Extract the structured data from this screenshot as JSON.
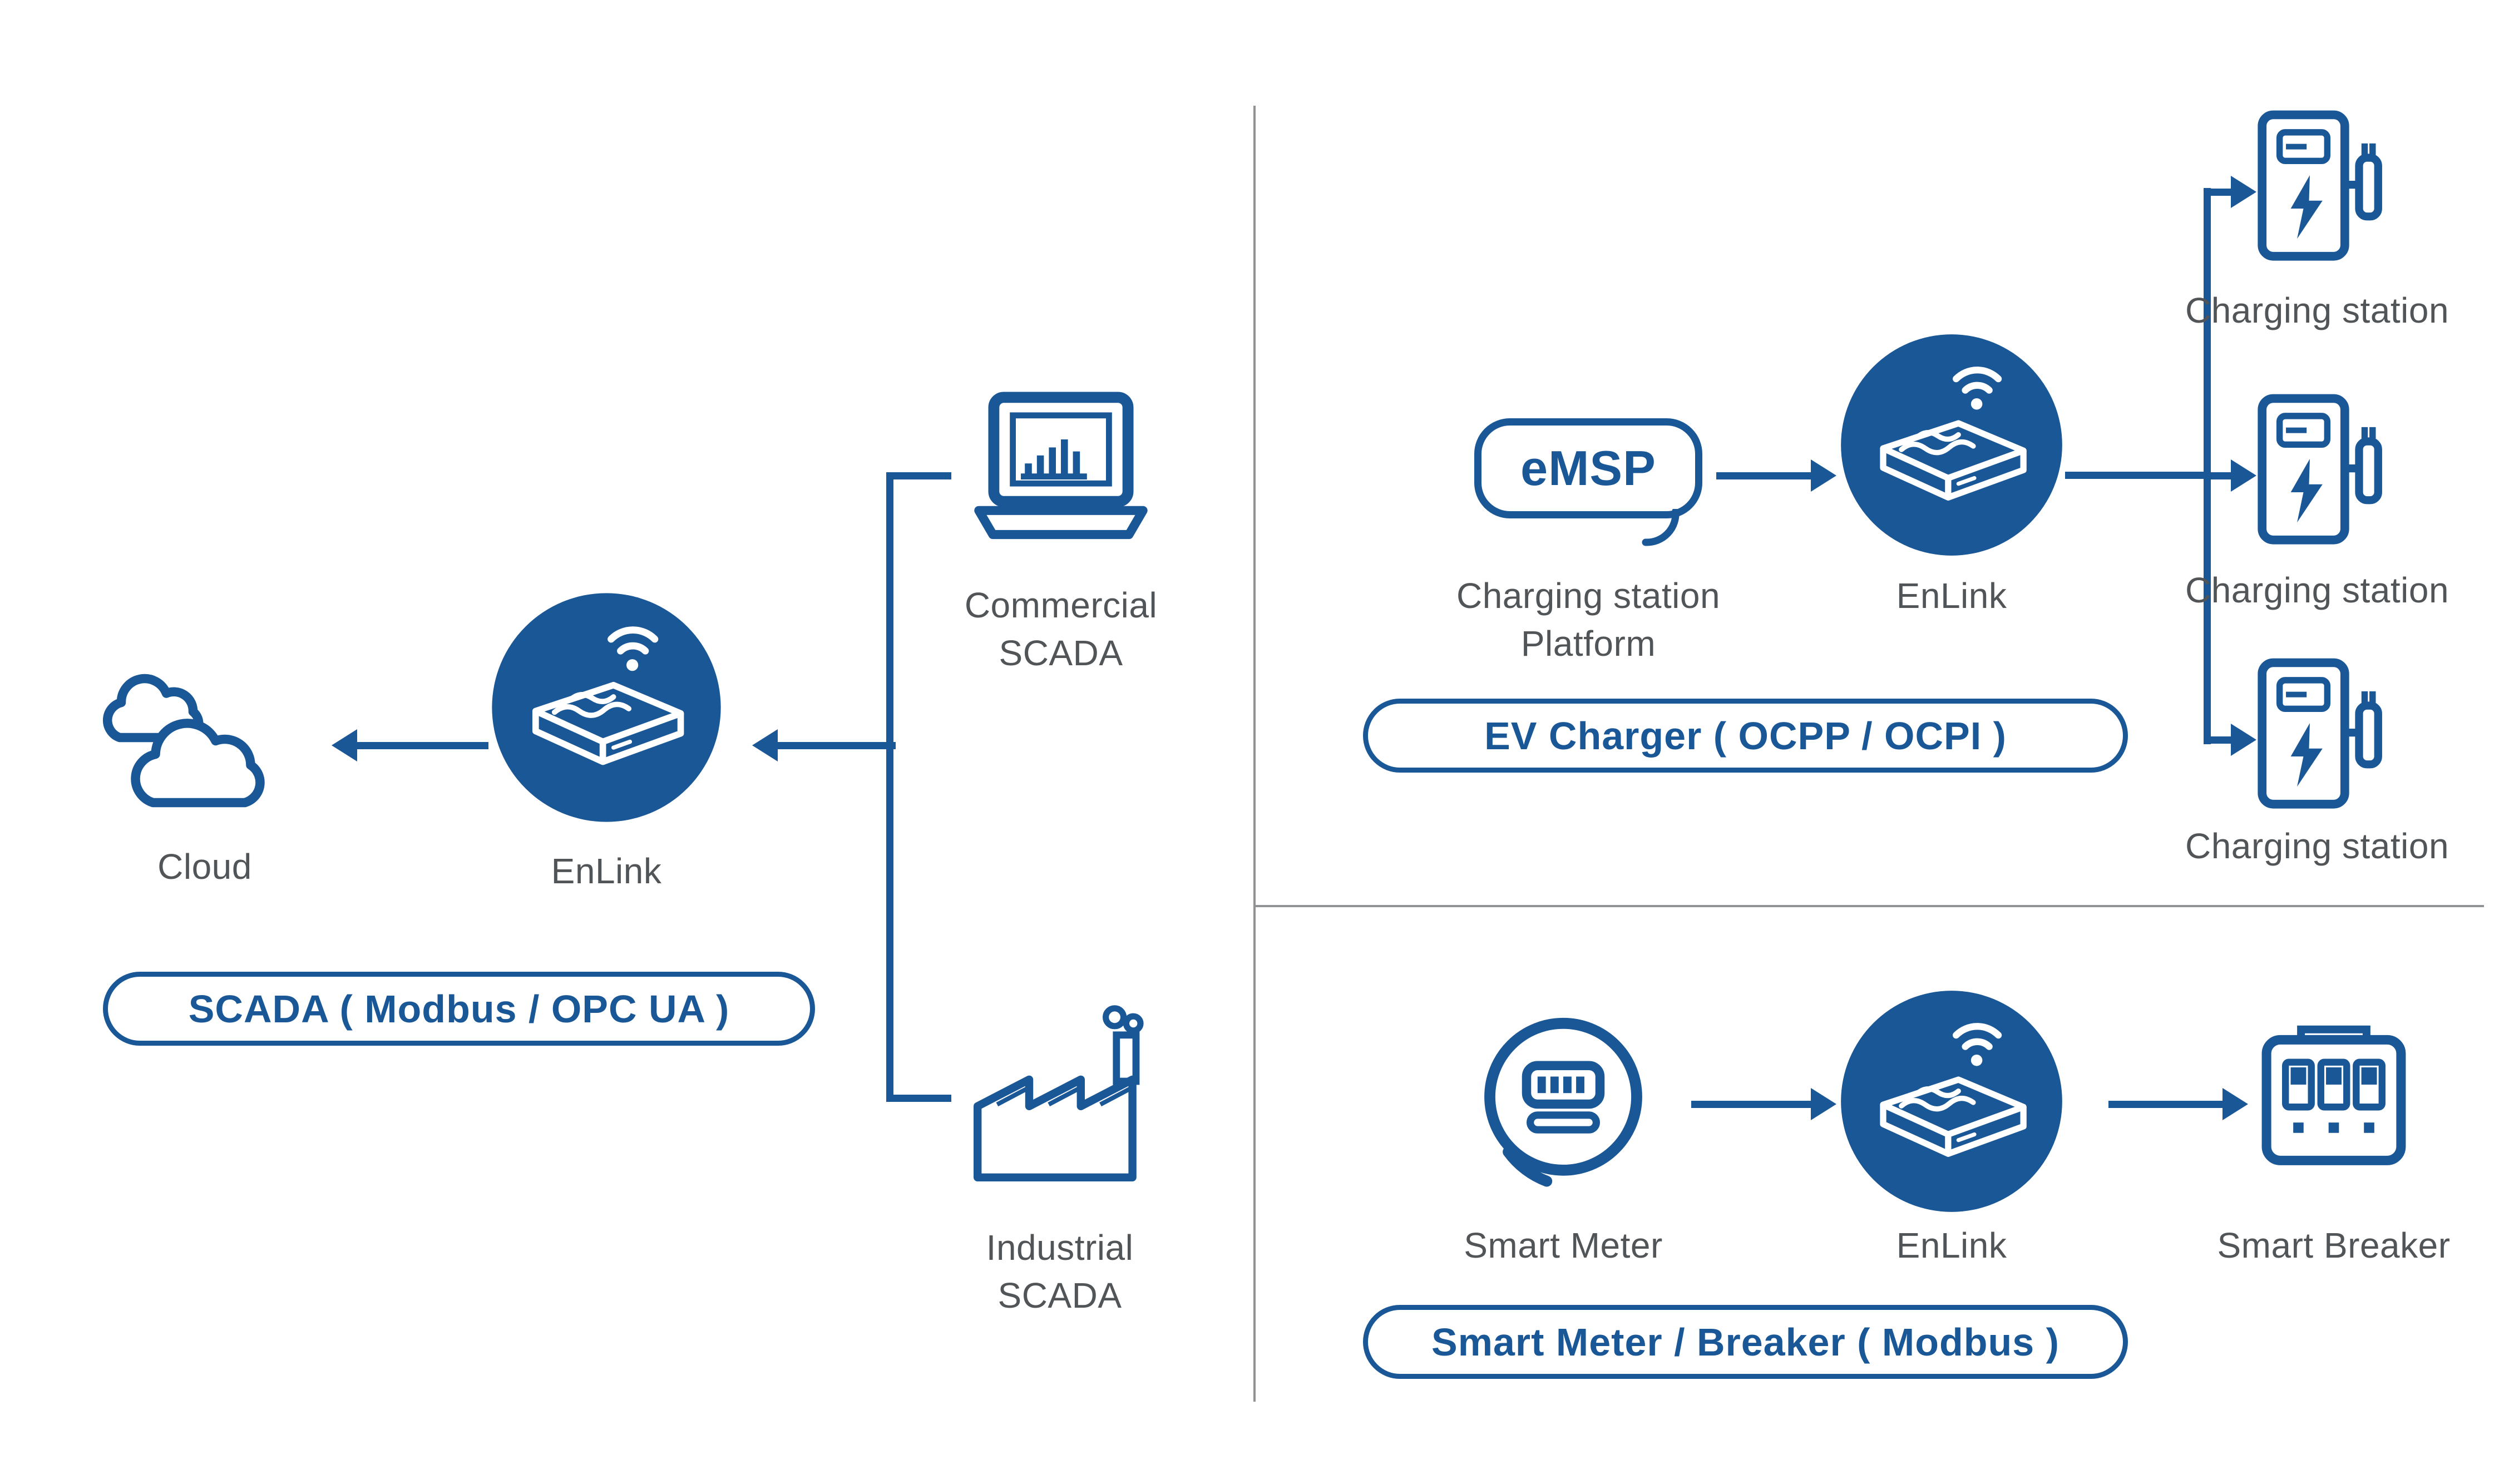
{
  "colors": {
    "blue": "#1a5796",
    "label_gray": "#515558",
    "divider_gray": "#909295",
    "background": "#ffffff"
  },
  "icons": [
    "cloud-icon",
    "enlink-gateway-icon",
    "wifi-icon",
    "laptop-chart-icon",
    "factory-icon",
    "emsp-bubble-icon",
    "ev-charging-station-icon",
    "smart-meter-icon",
    "smart-breaker-icon",
    "arrow"
  ],
  "left_panel": {
    "cloud_label": "Cloud",
    "enlink_label": "EnLink",
    "commercial_scada": {
      "line1": "Commercial",
      "line2": "SCADA"
    },
    "industrial_scada": {
      "line1": "Industrial",
      "line2": "SCADA"
    },
    "pill_label": "SCADA ( Modbus / OPC UA )"
  },
  "ev_panel": {
    "emsp_badge": "eMSP",
    "emsp_caption": {
      "line1": "Charging station",
      "line2": "Platform"
    },
    "enlink_label": "EnLink",
    "stations": [
      {
        "label": "Charging station"
      },
      {
        "label": "Charging station"
      },
      {
        "label": "Charging station"
      }
    ],
    "pill_label": "EV Charger ( OCPP / OCPI )"
  },
  "meter_panel": {
    "smart_meter_label": "Smart Meter",
    "enlink_label": "EnLink",
    "smart_breaker_label": "Smart Breaker",
    "pill_label": "Smart Meter / Breaker ( Modbus )"
  }
}
